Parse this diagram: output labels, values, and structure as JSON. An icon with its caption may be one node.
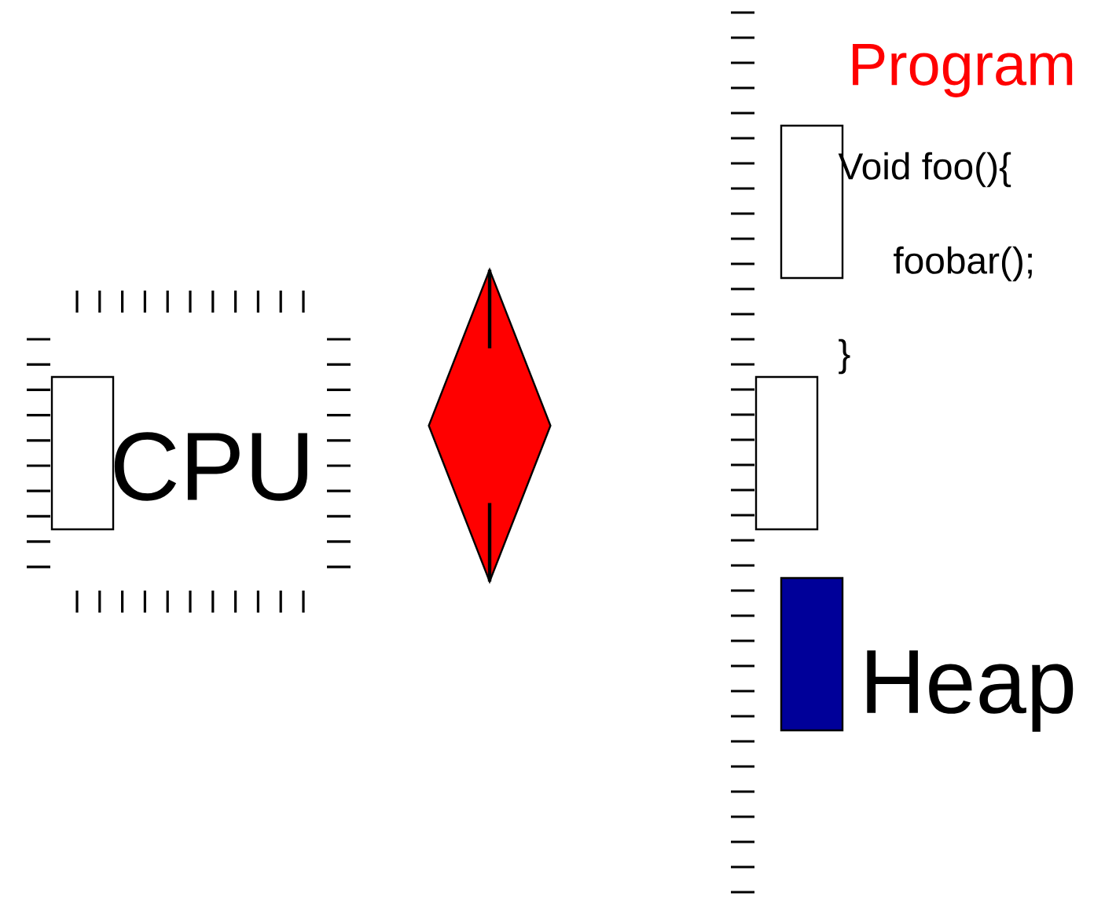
{
  "diagram": {
    "nodes": [
      {
        "text": [],
        "shape": "box"
      },
      {
        "text": [],
        "shape": "diamond"
      },
      {
        "text": [],
        "shape": "box"
      },
      {
        "text": [],
        "shape": "box"
      },
      {
        "text": [],
        "shape": "box"
      }
    ],
    "labels": [
      "CPU",
      "Program",
      "Void foo(){",
      "foobar();",
      "}",
      "Heap"
    ]
  }
}
